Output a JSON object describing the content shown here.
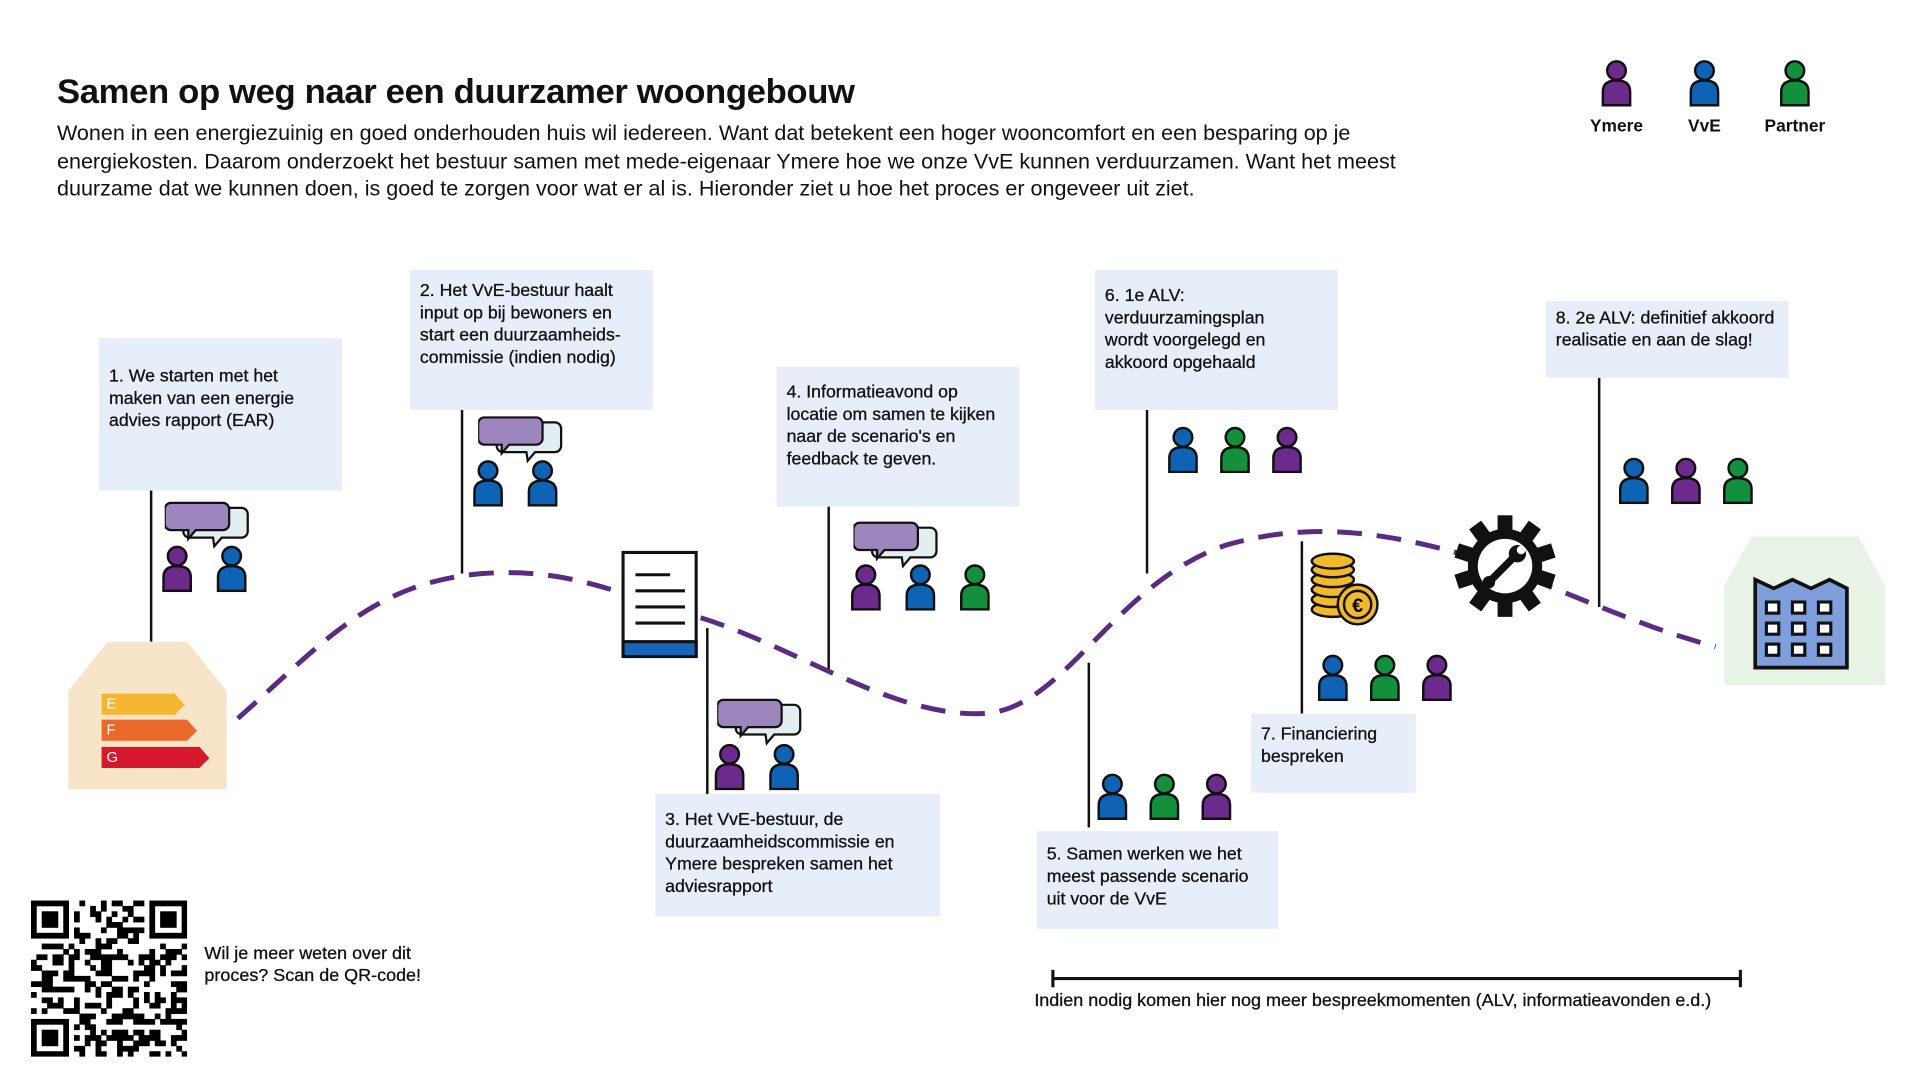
{
  "title": "Samen op weg naar een duurzamer woongebouw",
  "intro": "Wonen in een energiezuinig en goed onderhouden huis wil iedereen. Want dat betekent een hoger wooncomfort en een besparing op je energiekosten. Daarom onderzoekt het bestuur samen met mede-eigenaar Ymere hoe we onze VvE kunnen verduurzamen. Want het meest duurzame dat we kunnen doen, is goed te zorgen voor wat er al is.  Hieronder ziet u hoe het proces er ongeveer uit ziet.",
  "legend": [
    {
      "label": "Ymere",
      "color": "#6b2a8c"
    },
    {
      "label": "VvE",
      "color": "#0f63b5"
    },
    {
      "label": "Partner",
      "color": "#13903c"
    }
  ],
  "steps": [
    {
      "text": "1. We starten met het maken van een energie advies rapport (EAR)",
      "people": [
        "Ymere",
        "VvE"
      ]
    },
    {
      "text": "2. Het VvE-bestuur haalt input op bij bewoners en start een duurzaamheids-commissie (indien nodig)",
      "people": [
        "VvE",
        "VvE"
      ]
    },
    {
      "text": "3. Het VvE-bestuur, de duurzaamheidscommissie en Ymere bespreken samen het adviesrapport",
      "people": [
        "Ymere",
        "VvE"
      ]
    },
    {
      "text": "4. Informatieavond op locatie om samen te kijken naar de scenario's en feedback te geven.",
      "people": [
        "Ymere",
        "VvE",
        "Partner"
      ]
    },
    {
      "text": "5. Samen werken we het meest passende scenario uit voor de VvE",
      "people": [
        "VvE",
        "Partner",
        "Ymere"
      ]
    },
    {
      "text": "6. 1e ALV: verduurzamingsplan wordt voorgelegd en akkoord opgehaald",
      "people": [
        "VvE",
        "Partner",
        "Ymere"
      ]
    },
    {
      "text": "7. Financiering bespreken",
      "people": [
        "VvE",
        "Partner",
        "Ymere"
      ]
    },
    {
      "text": "8. 2e ALV: definitief akkoord realisatie en aan de slag!",
      "people": [
        "VvE",
        "Ymere",
        "Partner"
      ]
    }
  ],
  "energy_labels": [
    "E",
    "F",
    "G"
  ],
  "qr_text": "Wil je meer weten over dit proces? Scan de QR-code!",
  "timeline_note": "Indien nodig komen hier nog meer bespreekmomenten (ALV, informatieavonden e.d.)",
  "colors": {
    "path": "#5d2a82",
    "box": "#e8eef9"
  }
}
